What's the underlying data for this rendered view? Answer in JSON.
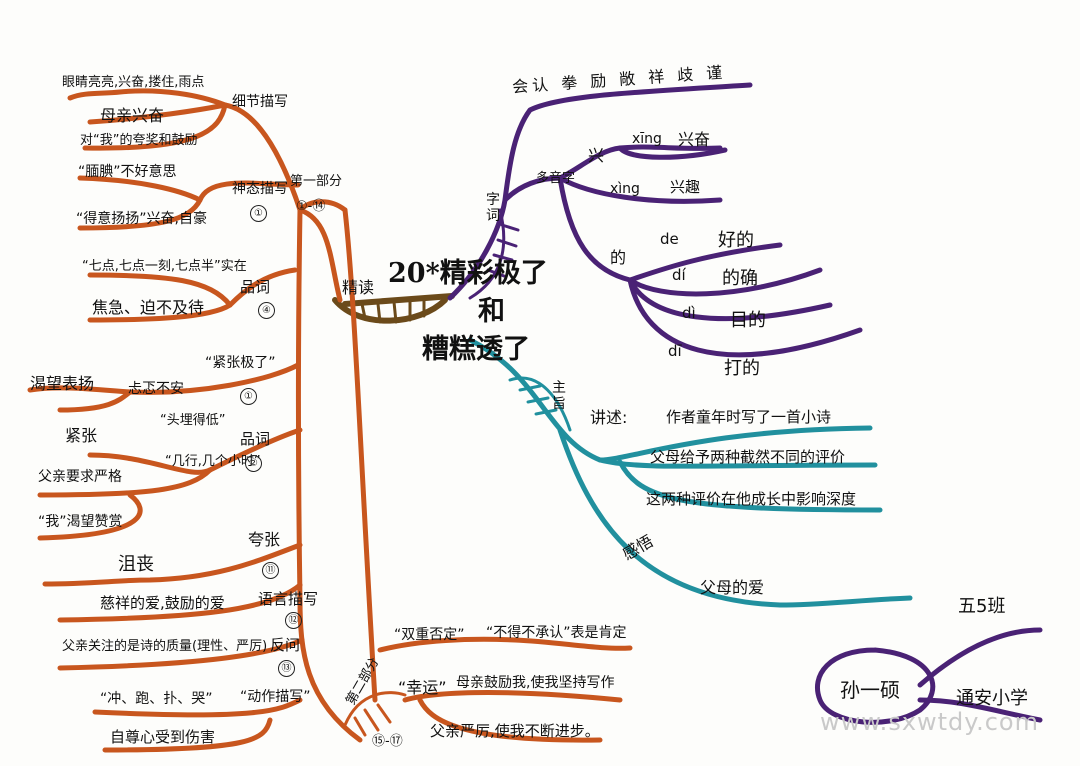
{
  "title": {
    "line1": "20*精彩极了",
    "line2": "和",
    "line3": "糟糕透了"
  },
  "colors": {
    "orange": "#c8561e",
    "purple": "#4a2275",
    "teal": "#21909e",
    "brown": "#6b4a1a"
  },
  "left": {
    "main_label": "精读",
    "part1": {
      "label": "第一部分",
      "range": "①-⑭"
    },
    "part2": {
      "label": "第二部分",
      "range": "⑮-⑰"
    },
    "groups": [
      {
        "label": "细节描写",
        "items": [
          "眼睛亮亮,兴奋,搂住,雨点",
          "母亲兴奋",
          "对“我”的夸奖和鼓励"
        ]
      },
      {
        "label": "神态描写",
        "num": "①",
        "items": [
          "“腼腆”不好意思",
          "“得意扬扬”兴奋,自豪"
        ]
      },
      {
        "label": "品词",
        "num": "④",
        "items": [
          "“七点,七点一刻,七点半”实在",
          "焦急、迫不及待"
        ]
      },
      {
        "label": "“紧张极了”",
        "num": "①",
        "items": [
          "渴望表扬",
          "忐忑不安"
        ]
      },
      {
        "label": "品词",
        "num": "②",
        "quote1": "“头埋得低”",
        "quote2": "“几行,几个小时”",
        "items": [
          "紧张",
          "父亲要求严格",
          "“我”渴望赞赏"
        ]
      },
      {
        "label": "夸张",
        "num": "⑪",
        "items": [
          "沮丧"
        ]
      },
      {
        "label": "语言描写",
        "num": "⑫",
        "items": [
          "慈祥的爱,鼓励的爱"
        ]
      },
      {
        "label": "反问",
        "num": "⑬",
        "items": [
          "父亲关注的是诗的质量(理性、严厉)"
        ]
      },
      {
        "label": "“动作描写”",
        "items": [
          "“冲、跑、扑、哭”",
          "自尊心受到伤害"
        ]
      }
    ],
    "bottom": {
      "items": [
        "“双重否定”",
        "“不得不承认”表是肯定",
        "“幸运”",
        "母亲鼓励我,使我坚持写作",
        "父亲严厉,使我不断进步。"
      ]
    }
  },
  "purple": {
    "label": "字词",
    "recognize": "会认 拳 励 敞 祥 歧 谨",
    "duoyin_label": "多音字",
    "xing": {
      "char": "兴",
      "p1": "xīng",
      "w1": "兴奋",
      "p2": "xìng",
      "w2": "兴趣"
    },
    "de": {
      "char": "的",
      "p1": "de",
      "w1": "好的",
      "p2": "dí",
      "w2": "的确",
      "p3": "dì",
      "w3": "目的",
      "p4": "dī",
      "w4": "打的"
    }
  },
  "teal": {
    "label": "主旨",
    "jiangshu": "讲述:",
    "items": [
      "作者童年时写了一首小诗",
      "父母给予两种截然不同的评价",
      "这两种评价在他成长中影响深度"
    ],
    "ganwu": "感悟",
    "ganwu_item": "父母的爱"
  },
  "author": {
    "class": "五5班",
    "name": "孙一硕",
    "school": "通安小学"
  },
  "watermark": "www.sxwtdy.com"
}
